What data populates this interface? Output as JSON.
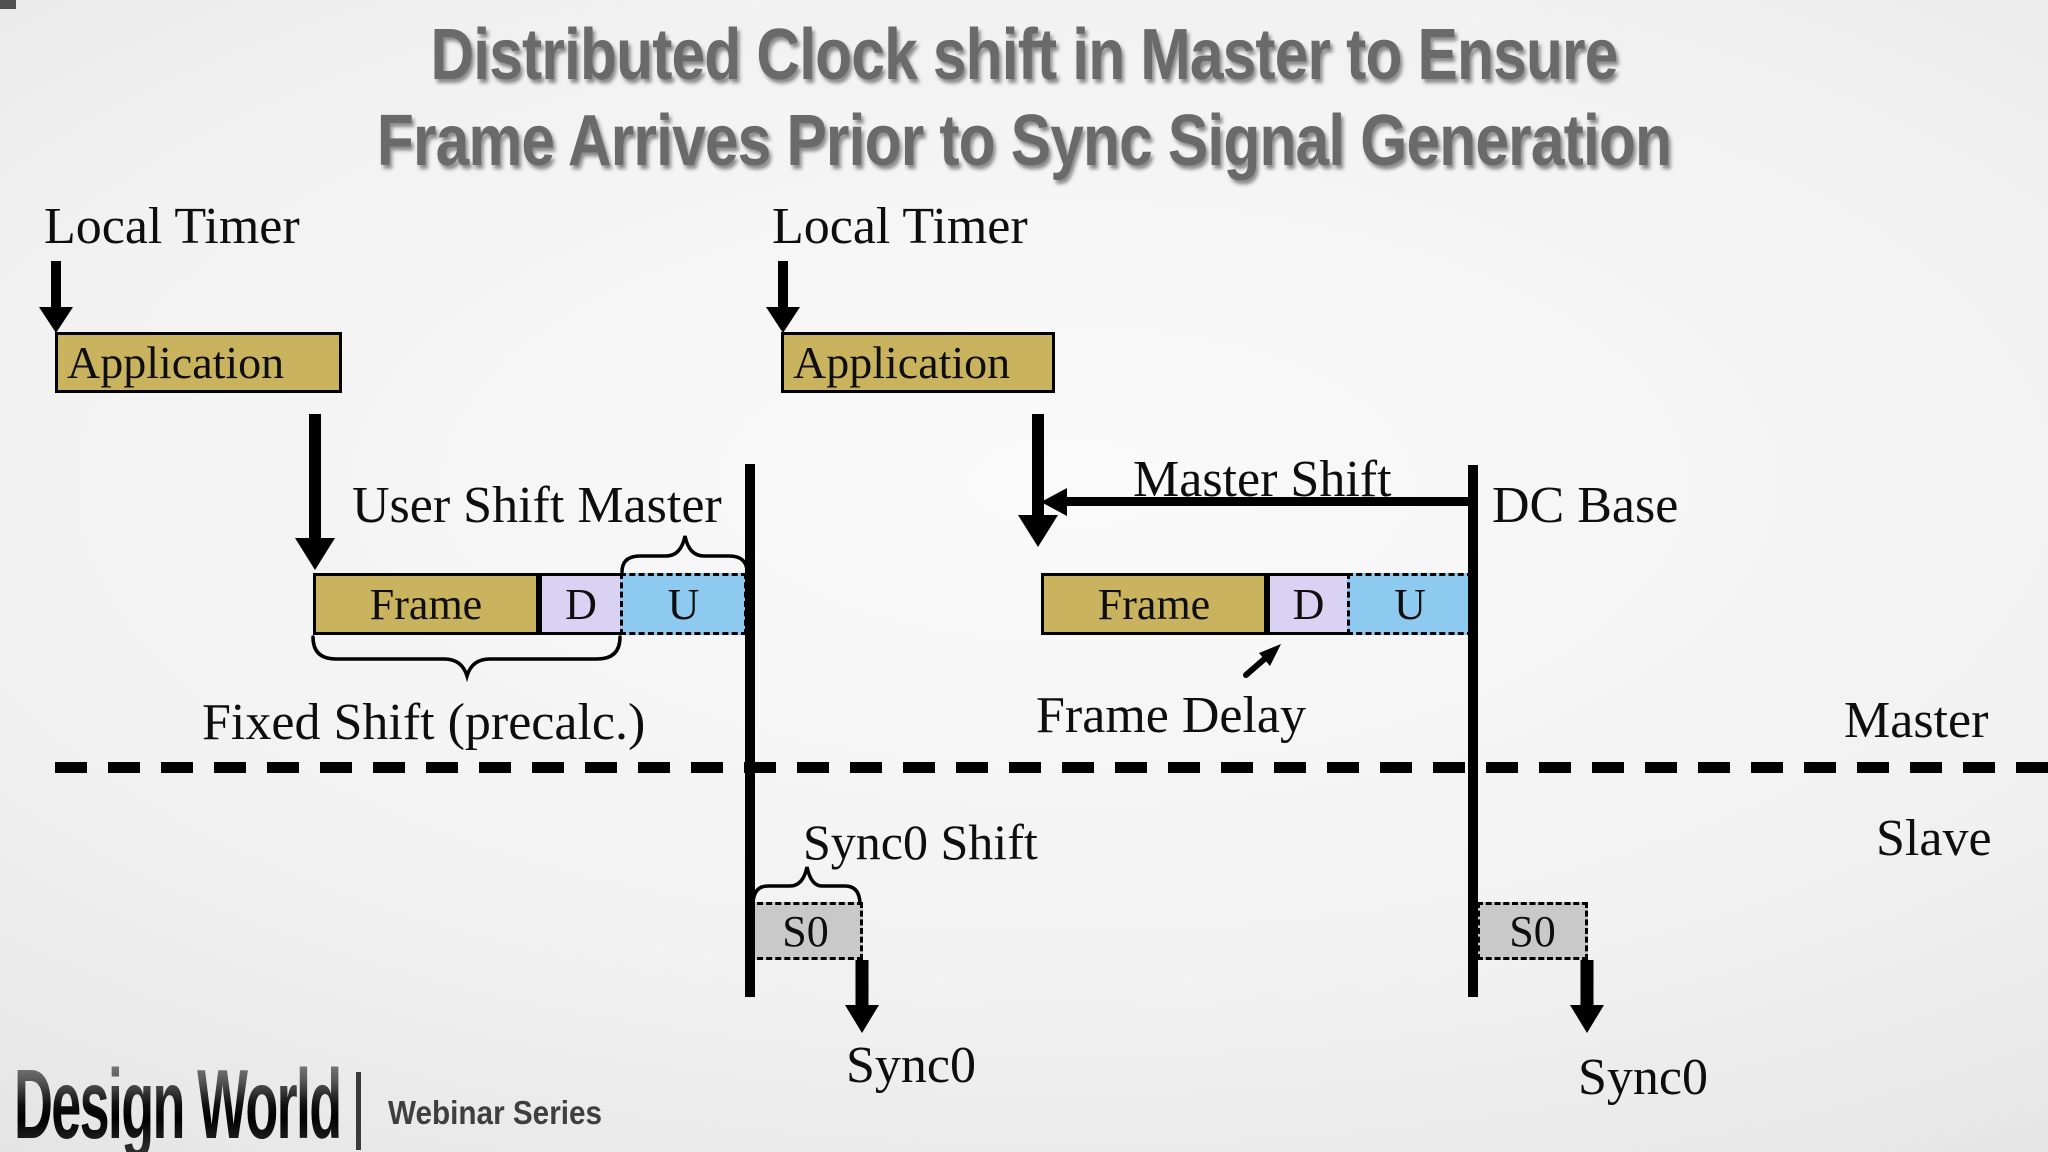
{
  "title": {
    "line1": "Distributed Clock shift in Master to Ensure",
    "line2": "Frame Arrives Prior to Sync Signal Generation"
  },
  "left_timeline": {
    "local_timer": "Local Timer",
    "application": "Application",
    "user_shift_label": "User Shift Master",
    "frame": "Frame",
    "d": "D",
    "u": "U",
    "fixed_shift_label": "Fixed Shift (precalc.)",
    "sync0_shift_label": "Sync0 Shift",
    "s0": "S0",
    "sync0_label": "Sync0"
  },
  "right_timeline": {
    "local_timer": "Local Timer",
    "application": "Application",
    "master_shift_label": "Master Shift",
    "dc_base_label": "DC Base",
    "frame": "Frame",
    "d": "D",
    "u": "U",
    "frame_delay_label": "Frame Delay",
    "s0": "S0",
    "sync0_label": "Sync0"
  },
  "divider": {
    "master": "Master",
    "slave": "Slave"
  },
  "footer": {
    "brand": "Design World",
    "series": "Webinar Series"
  },
  "colors": {
    "frame_fill": "#c9b35f",
    "d_fill": "#d9d2f2",
    "u_fill": "#8ec9f0",
    "s0_fill": "#c9c9c9",
    "title_color": "#6a6a6a"
  }
}
